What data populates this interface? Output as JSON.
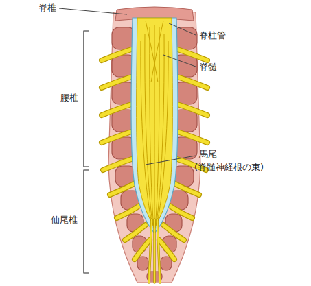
{
  "diagram": {
    "labels": [
      "脊椎",
      "脊柱管",
      "脊髄",
      "腰椎",
      "馬尾",
      "(脊髄神経根の束)",
      "仙尾椎"
    ]
  }
}
